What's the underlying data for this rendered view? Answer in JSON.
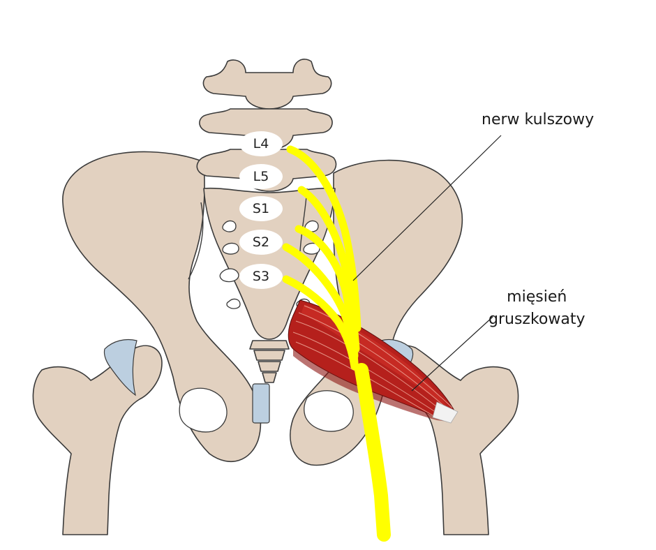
{
  "labels": {
    "nerve": "nerw kulszowy",
    "muscle_line1": "mięsień",
    "muscle_line2": "gruszkowaty"
  },
  "vertebrae": [
    "L4",
    "L5",
    "S1",
    "S2",
    "S3"
  ],
  "colors": {
    "bone": "#e2d1c0",
    "cartilage": "#bccfe0",
    "nerve": "#ffff00",
    "muscle": "#b5201c"
  }
}
